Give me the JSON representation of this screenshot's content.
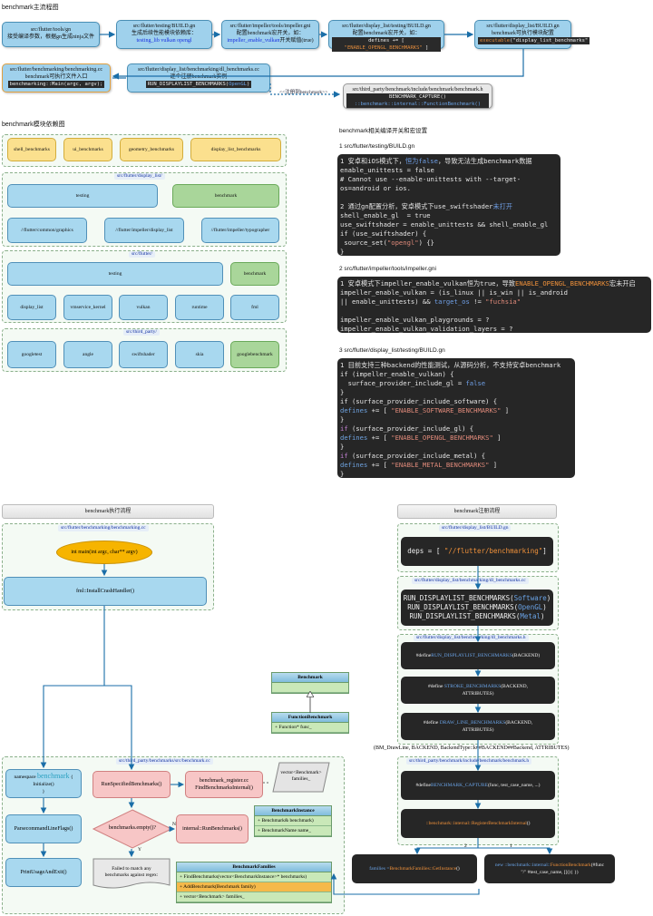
{
  "titles": {
    "main_flow": "benchmark主流程图",
    "module_deps": "benchmark模块依赖图",
    "compile_settings": "benchmark相关编译开关和宏设置",
    "exec_flow": "benchmark执行流程",
    "reg_flow": "benchmark注册流程"
  },
  "main_flow": {
    "n1_l1": "src/flutter/tools/gn",
    "n1_l2": "接受编译参数，根据gn生成ninja文件",
    "n2_l1": "src/flutter/testing/BUILD.gn",
    "n2_l2": "生成后续性能模块依赖库：",
    "n2_l3": "testing_lib vulkan opengl",
    "n3_l1": "src/flutter/impeller/tools/impeller.gni",
    "n3_l2": "配置benchmark宏开关，如：",
    "n3_l3a": "impeller_enable_vulkan",
    "n3_l3b": "开关赋值(true)",
    "n4_l1": "src/flutter/display_list/testing/BUILD.gn",
    "n4_l2": "配置benchmark宏开关，如：",
    "n4_l3a": "defines += [ ",
    "n4_l3b": "\"ENABLE_OPENGL_BENCHMARKS\"",
    "n4_l3c": "]",
    "n5_l1": "src/flutter/display_list/BUILD.gn",
    "n5_l2": "benchmark可执行模块配置",
    "n5_l3a": "executable",
    "n5_l3b": "(\"display_list_benchmarks\"",
    "n6_l1": "src/flutter/benchmarking/benchmarking.cc",
    "n6_l2": "benchmark可执行文件入口",
    "n6_l3": "benchmarking::Main(argc, argv);",
    "n7_l1": "src/flutter/display_list/benchmarking/dl_benchmarks.cc",
    "n7_l2": "逐个注册benchmark实例",
    "n7_l3a": "RUN_DISPLAYLIST_BENCHMARKS(",
    "n7_l3b": "OpenGL",
    "n7_l3c": ")",
    "n8_l1": "src/third_party/benchmark/include/benchmark/benchmark.h",
    "n8_l2": "BENCHMARK_CAPTURE()",
    "n8_l3": "::benchmark::internal::FunctionBenchmark()",
    "reg_label": "<<注册到benchmark>>"
  },
  "modules": {
    "top": [
      "shell_benchmarks",
      "ui_benchmarks",
      "geometry_benchmarks",
      "display_list_benchmarks"
    ],
    "dl_label": "src/flutter/display_list/",
    "dl_testing": "testing",
    "dl_benchmark": "benchmark",
    "dl_row2": [
      "//flutter/common/graphics",
      "//flutter/impeller/display_list",
      "//flutter/impeller/typographer"
    ],
    "flutter_label": "src/flutter/",
    "fl_testing": "testing",
    "fl_benchmark": "benchmark",
    "fl_row2": [
      "display_list",
      "vmservice_kernel",
      "vulkan",
      "runtime",
      "fml"
    ],
    "tp_label": "src/third_party/",
    "tp_row": [
      "googletest",
      "angle",
      "swiftshader",
      "skia",
      "googlebenchmark"
    ]
  },
  "compile": {
    "h1": "1 src/flutter/testing/BUILD.gn",
    "h2": "2 src/flutter/impeller/tools/impeller.gni",
    "h3": "3 src/flutter/display_list/testing/BUILD.gn"
  },
  "exec": {
    "file_label": "src/flutter/benchmarking/benchmarking.cc",
    "main": "int main(int argc, char** argv)",
    "crash": "fml::InstallCrashHandler()",
    "bench_label": "src/third_party/benchmarks/src/benchmark.cc",
    "ns_l1": "namespace",
    "ns_l2": "benchmark",
    "ns_l3": "{",
    "ns_l4": "Initialize()",
    "ns_l5": "}",
    "parse": "ParsecommandLineFlags()",
    "usage": "PrintUsageAndExit()",
    "run_specified": "RunSpecifiedBenchmarks()",
    "reg_l1": "benchmark_register.cc",
    "reg_l2": "FindBenchmarksInternal()",
    "families_l1": "vector<Benchmark>",
    "families_l2": "families_",
    "empty": "benchmarks.empty()?",
    "internal_run": "internal::RunBenchmarks()",
    "n_label": "N",
    "y_label": "Y",
    "fail_l1": "Failed to match any",
    "fail_l2": "benchmarks against regex:",
    "uml_benchmark": "Benchmark",
    "uml_function": "FunctionBenchmark",
    "uml_function_row": "+ Function* func_",
    "uml_instance": "BenchmarkInstance",
    "uml_instance_rows": [
      "+ Benchmark& benchmark)",
      "+ BenchmarkName name_"
    ],
    "uml_families": "BenchmarkFamilies",
    "uml_families_rows": [
      "+ FindBenchmarks(vector<BenchmarkInstance>* benchmarks)",
      "+ AddBenchmark(Benchmark family)",
      "+ vector<Benchmark> families_"
    ]
  },
  "reg": {
    "l1": "src/flutter/display_list/BUILD.gn",
    "deps_a": "deps = [",
    "deps_b": "\"//flutter/benchmarking\"",
    "deps_c": "]",
    "l2": "src/flutter/display_list/benchmarking/dl_benchmarks.cc",
    "run1a": "RUN_DISPLAYLIST_BENCHMARKS(",
    "run1b": "Software",
    "run2b": "OpenGL",
    "run3b": "Metal",
    "rclose": ")",
    "l3": "src/flutter/display_list/benchmarking/dl_benchmarks.h",
    "def1a": "#define ",
    "def1b": "RUN_DISPLAYLIST_BENCHMARKS",
    "def1c": "(BACKEND)",
    "def2b": "STROKE_BENCHMARKS",
    "def2c": "(BACKEND,",
    "def2d": "ATTRIBUTES)",
    "def3b": "DRAW_LINE_BENCHMARKS",
    "def3c": "(BACKEND,",
    "def3d": "ATTRIBUTES)",
    "bm_line": "(BM_DrawLine, BACKEND, BackendType::k##BACKEND##Backend, ATTRIBUTES)",
    "l4": "src/third_party/benchmark/include/benchmark/benchmark.h",
    "cap_b": "BENCHMARK_CAPTURE",
    "cap_c": "(func, test_case_name, ...)",
    "reg_internal": "::benchmark::internal::RegisterBenchmarkInternal",
    "reg_internal_c": "()",
    "e2": "2",
    "e1": "1",
    "fam_a": "families = ",
    "fam_b": "BenchmarkFamilies::GetInstance",
    "fam_c": "()",
    "new_a": "new ",
    "new_b": "::benchmark::internal::",
    "new_c": "FunctionBenchmark",
    "new_d": "(#func",
    "new_e": "\"/\" #test_case_name, [](){ })"
  }
}
